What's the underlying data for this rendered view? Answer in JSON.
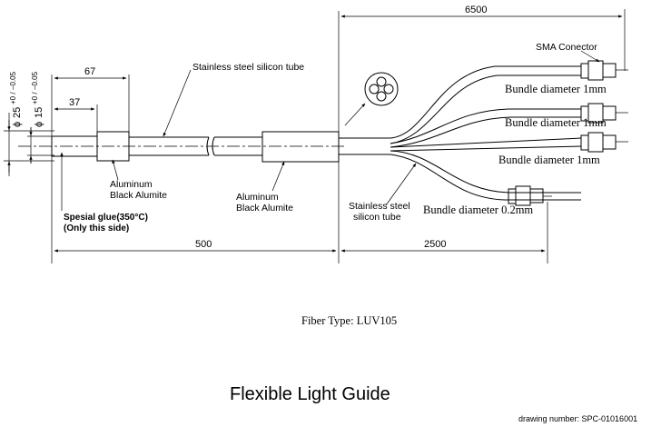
{
  "labels": {
    "dim_6500": "6500",
    "dim_67": "67",
    "dim_37": "37",
    "dim_500": "500",
    "dim_2500": "2500",
    "phi": "ϕ",
    "dia_25": "25",
    "dia_25_tol": "+0 / −0.05",
    "dia_15": "15",
    "dia_15_tol": "+0 / −0.05",
    "sma_connector": "SMA Conector",
    "steel_tube_top": "Stainless steel silicon tube",
    "steel_tube_bottom_1": "Stainless steel",
    "steel_tube_bottom_2": "silicon tube",
    "aluminum_1a": "Aluminum",
    "aluminum_1b": "Black Alumite",
    "aluminum_2a": "Aluminum",
    "aluminum_2b": "Black Alumite",
    "glue_1": "Spesial glue(350°C)",
    "glue_2": "(Only this side)",
    "bundle_1": "Bundle diameter 1mm",
    "bundle_2": "Bundle diameter 1mm",
    "bundle_3": "Bundle diameter 1mm",
    "bundle_4": "Bundle diameter 0.2mm",
    "fiber_type": "Fiber Type:  LUV105",
    "title": "Flexible Light Guide",
    "drawing_number": "drawing number:   SPC-01016001"
  }
}
